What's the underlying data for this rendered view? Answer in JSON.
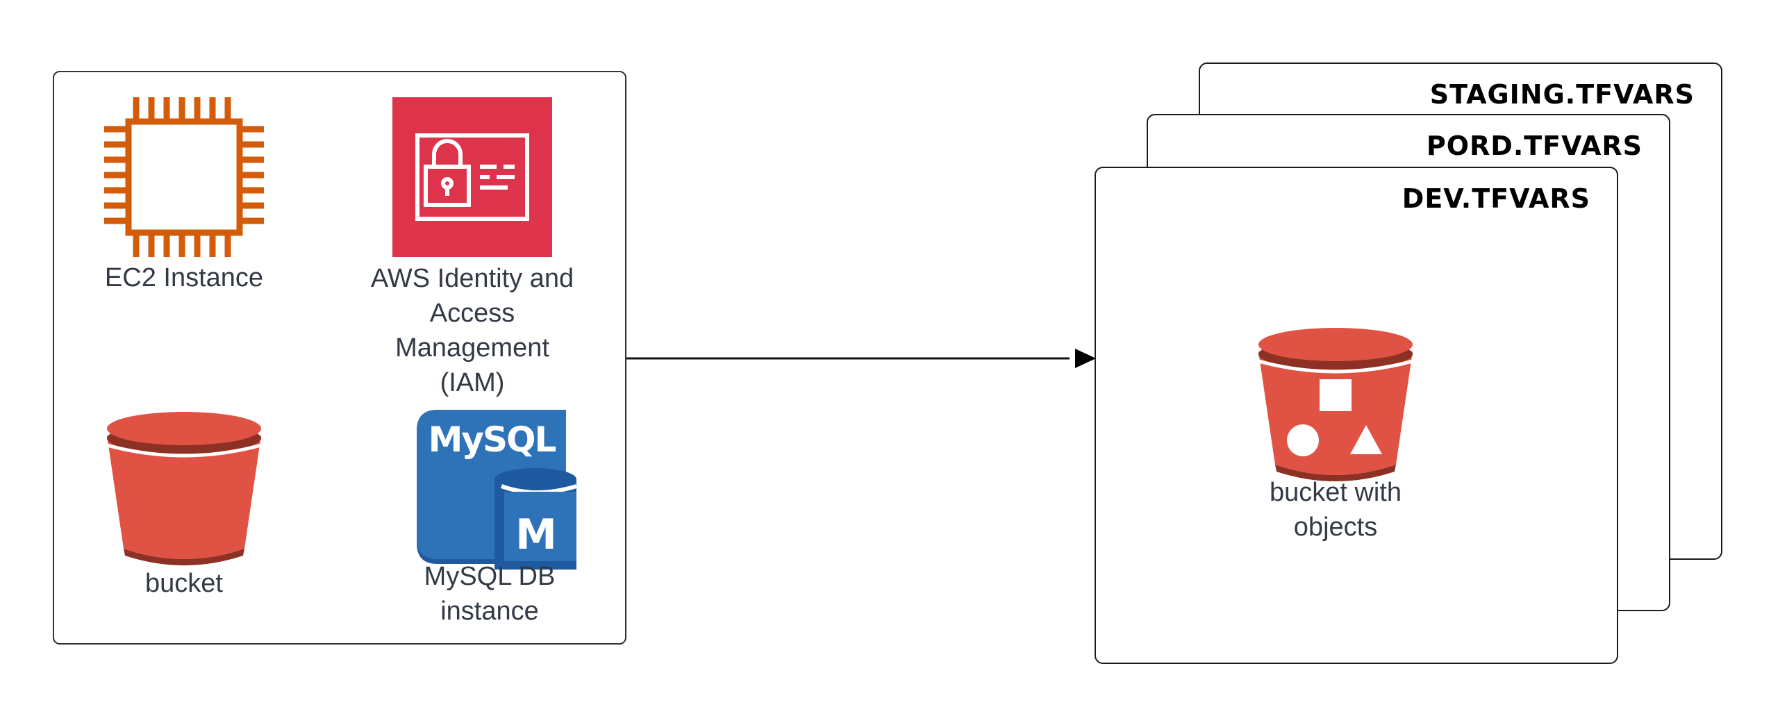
{
  "nodes": {
    "ec2": {
      "label": "EC2 Instance",
      "icon": "ec2-chip-icon",
      "color": "#d45b07"
    },
    "iam": {
      "label": "AWS Identity and\nAccess\nManagement\n(IAM)",
      "icon": "iam-id-card-lock-icon",
      "color": "#dd344c"
    },
    "bucket": {
      "label": "bucket",
      "icon": "s3-bucket-icon",
      "color": "#e05243"
    },
    "mysql": {
      "label": "MySQL DB\ninstance",
      "icon": "mysql-db-instance-icon",
      "color": "#2e73b8",
      "icon_text": "MySQL",
      "badge_letter": "M"
    },
    "bucket_objects": {
      "label": "bucket with\nobjects",
      "icon": "s3-bucket-with-objects-icon",
      "color": "#e05243"
    }
  },
  "environments": [
    {
      "title": "STAGING.TFVARS"
    },
    {
      "title": "PORD.TFVARS"
    },
    {
      "title": "DEV.TFVARS"
    }
  ],
  "connector": {
    "from": "resources-group",
    "to": "environment-cards",
    "icon": "arrow-right-icon"
  }
}
